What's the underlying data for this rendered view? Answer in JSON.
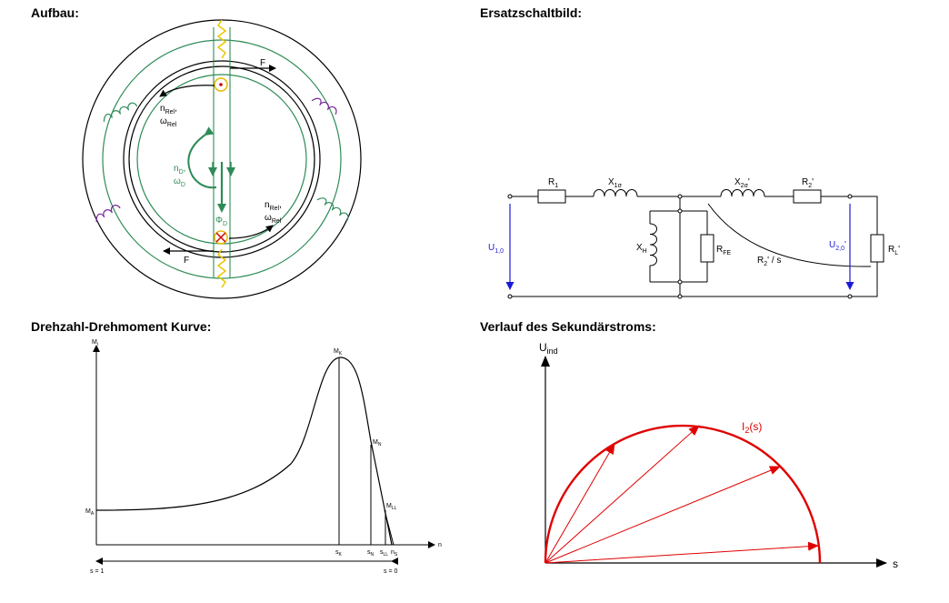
{
  "headings": {
    "aufbau": "Aufbau:",
    "ersatz": "Ersatzschaltbild:",
    "kurve": "Drehzahl-Drehmoment Kurve:",
    "strom": "Verlauf des Sekundärstroms:"
  },
  "aufbau": {
    "force_top": "F",
    "force_bottom": "F",
    "n_rel": "n",
    "n_rel_sub": "Rel",
    "omega_rel": "ω",
    "omega_rel_sub": "Rel",
    "n_d": "n",
    "n_d_sub": "D",
    "omega_d": "ω",
    "omega_d_sub": "D",
    "phi_d": "Φ",
    "phi_d_sub": "D"
  },
  "circuit": {
    "r1": "R",
    "r1_sub": "1",
    "x1": "X",
    "x1_sub": "1σ",
    "x2": "X",
    "x2_sub": "2σ",
    "x2_prime": "'",
    "r2": "R",
    "r2_sub": "2",
    "r2_prime": "'",
    "xh": "X",
    "xh_sub": "H",
    "rfe": "R",
    "rfe_sub": "FE",
    "r2s": "R",
    "r2s_sub": "2",
    "r2s_rest": "' / s",
    "u1": "U",
    "u1_sub": "1,0",
    "u2": "U",
    "u2_sub": "2,0",
    "u2_prime": "'",
    "rl": "R",
    "rl_sub": "L",
    "rl_prime": "'"
  },
  "kurve": {
    "y_axis": "M",
    "y_axis_sub": "i",
    "x_axis": "n",
    "m_a": "M",
    "m_a_sub": "A",
    "m_k": "M",
    "m_k_sub": "K",
    "m_n": "M",
    "m_n_sub": "N",
    "m_ll": "M",
    "m_ll_sub": "LL",
    "s_k": "s",
    "s_k_sub": "K",
    "s_n": "s",
    "s_n_sub": "N",
    "s_ll": "s",
    "s_ll_sub": "LL",
    "n_s": "n",
    "n_s_sub": "S",
    "s1": "s = 1",
    "s0": "s = 0"
  },
  "strom": {
    "y_axis": "U",
    "y_axis_sub": "ind",
    "x_axis": "s",
    "curve": "I",
    "curve_sub": "2",
    "curve_rest": "(s)",
    "color": "#e00000"
  }
}
